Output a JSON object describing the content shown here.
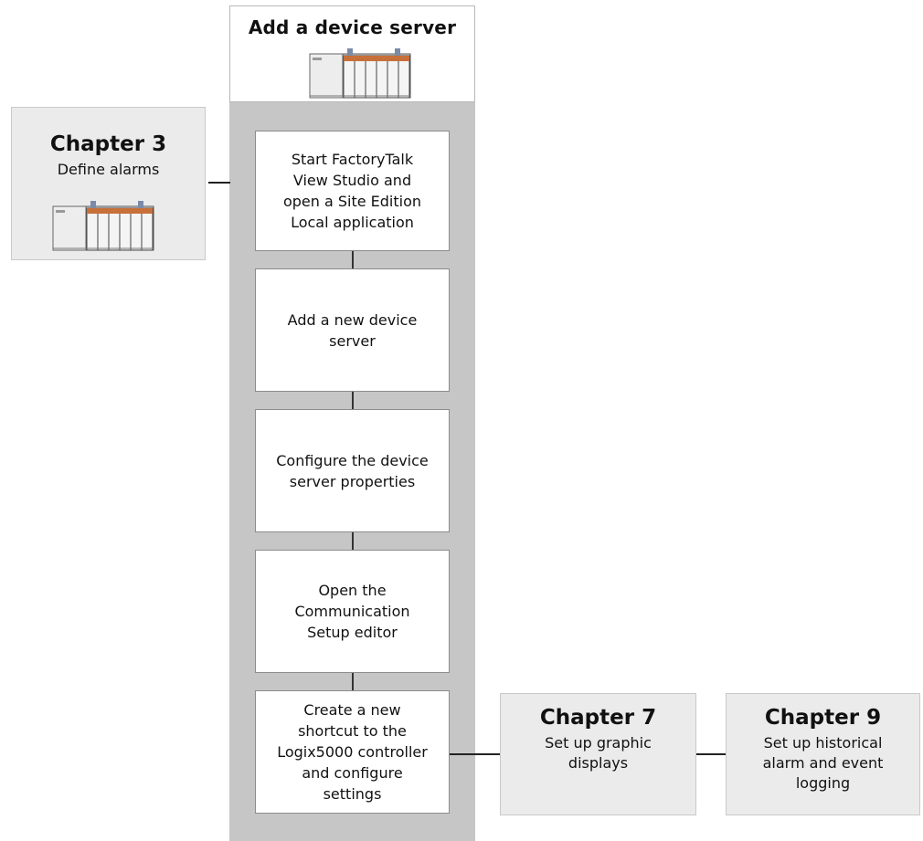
{
  "header": {
    "title": "Add a device server"
  },
  "steps": [
    {
      "label": "Start FactoryTalk\nView Studio and\nopen a Site Edition\nLocal application"
    },
    {
      "label": "Add a new device\nserver"
    },
    {
      "label": "Configure the device\nserver properties"
    },
    {
      "label": "Open the\nCommunication\nSetup editor"
    },
    {
      "label": "Create a new\nshortcut to the\nLogix5000 controller\nand configure\nsettings"
    }
  ],
  "chapters": {
    "ch3": {
      "title": "Chapter 3",
      "subtitle": "Define alarms"
    },
    "ch7": {
      "title": "Chapter 7",
      "subtitle": "Set up graphic\ndisplays"
    },
    "ch9": {
      "title": "Chapter 9",
      "subtitle": "Set up historical\nalarm and event\nlogging"
    }
  },
  "icons": {
    "device": "logix-controller-chassis-icon"
  },
  "colors": {
    "column": "#c6c6c6",
    "chapter_bg": "#ebebeb",
    "accent_module": "#c8703a"
  }
}
